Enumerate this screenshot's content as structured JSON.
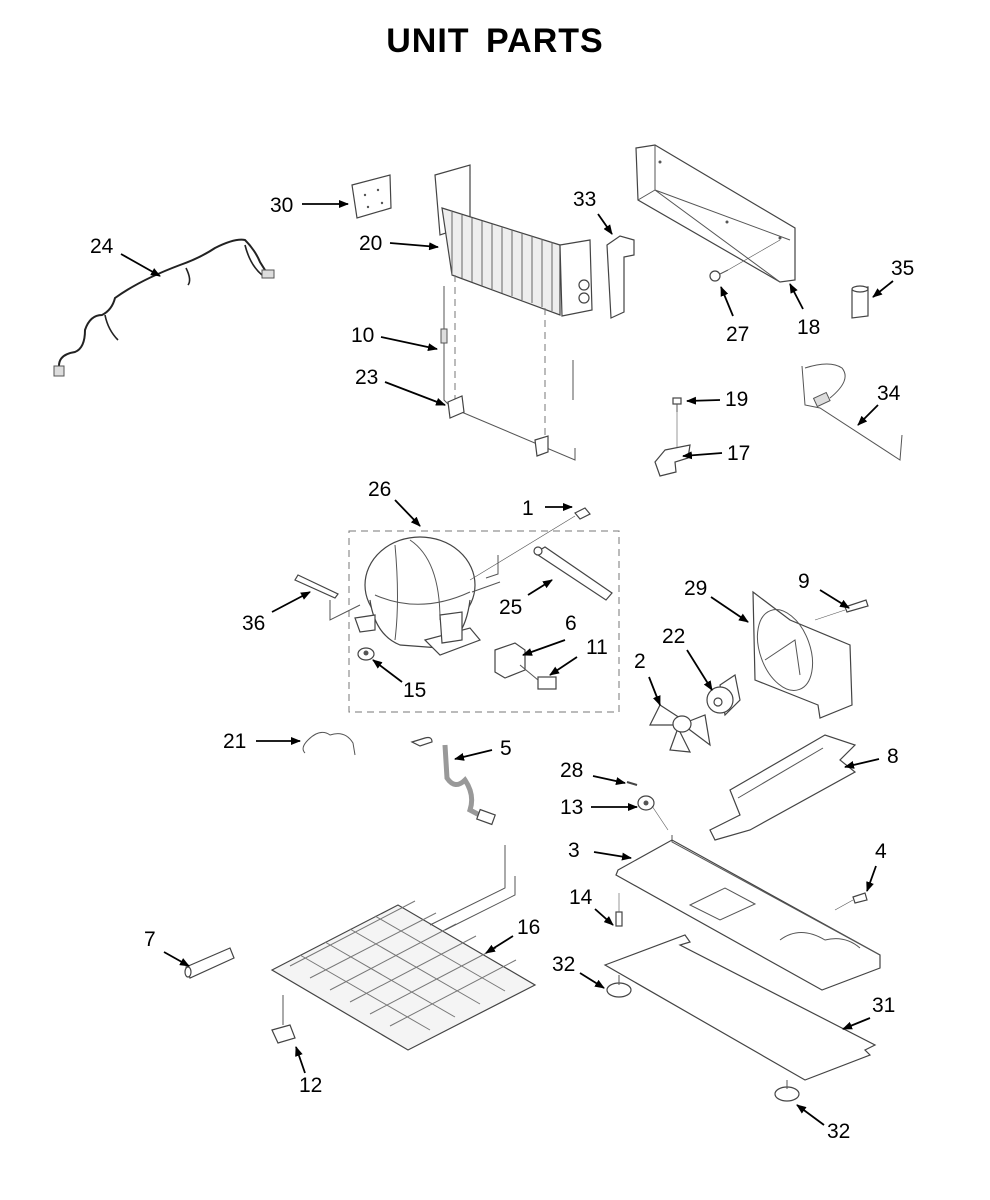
{
  "title": "UNIT PARTS",
  "callouts": [
    {
      "id": "30",
      "label": "30"
    },
    {
      "id": "24",
      "label": "24"
    },
    {
      "id": "20",
      "label": "20"
    },
    {
      "id": "33",
      "label": "33"
    },
    {
      "id": "10",
      "label": "10"
    },
    {
      "id": "23",
      "label": "23"
    },
    {
      "id": "27",
      "label": "27"
    },
    {
      "id": "18",
      "label": "18"
    },
    {
      "id": "35",
      "label": "35"
    },
    {
      "id": "19",
      "label": "19"
    },
    {
      "id": "17",
      "label": "17"
    },
    {
      "id": "34",
      "label": "34"
    },
    {
      "id": "26",
      "label": "26"
    },
    {
      "id": "1",
      "label": "1"
    },
    {
      "id": "36",
      "label": "36"
    },
    {
      "id": "25",
      "label": "25"
    },
    {
      "id": "6",
      "label": "6"
    },
    {
      "id": "11",
      "label": "11"
    },
    {
      "id": "15",
      "label": "15"
    },
    {
      "id": "29",
      "label": "29"
    },
    {
      "id": "9",
      "label": "9"
    },
    {
      "id": "22",
      "label": "22"
    },
    {
      "id": "2",
      "label": "2"
    },
    {
      "id": "21",
      "label": "21"
    },
    {
      "id": "5",
      "label": "5"
    },
    {
      "id": "8",
      "label": "8"
    },
    {
      "id": "28",
      "label": "28"
    },
    {
      "id": "13",
      "label": "13"
    },
    {
      "id": "3",
      "label": "3"
    },
    {
      "id": "4",
      "label": "4"
    },
    {
      "id": "14",
      "label": "14"
    },
    {
      "id": "16",
      "label": "16"
    },
    {
      "id": "7",
      "label": "7"
    },
    {
      "id": "32a",
      "label": "32"
    },
    {
      "id": "31",
      "label": "31"
    },
    {
      "id": "12",
      "label": "12"
    },
    {
      "id": "32b",
      "label": "32"
    }
  ]
}
